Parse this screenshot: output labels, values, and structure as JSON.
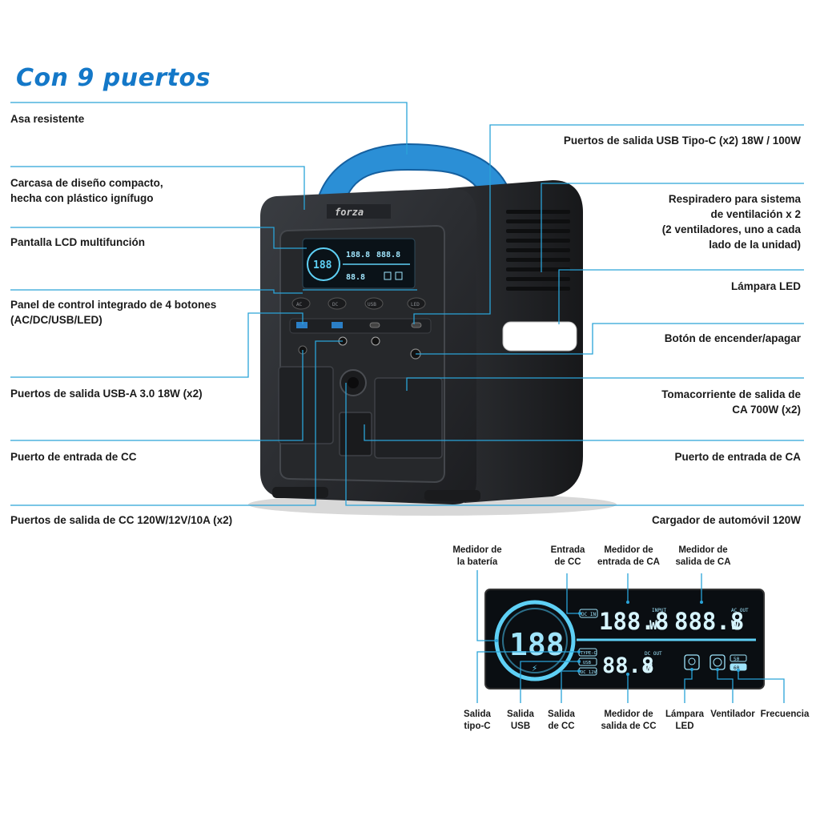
{
  "title": "Con 9 puertos",
  "brand": "forza",
  "labels_left": [
    "Asa resistente",
    "Carcasa de diseño compacto,",
    "hecha con plástico ignífugo",
    "Pantalla LCD multifunción",
    "Panel de control integrado de 4 botones",
    "(AC/DC/USB/LED)",
    "Puertos de salida USB-A 3.0 18W (x2)",
    "Puerto de entrada de CC",
    "Puertos de salida de CC 120W/12V/10A (x2)"
  ],
  "labels_right": [
    "Puertos de salida USB Tipo-C  (x2) 18W / 100W",
    "Respiradero para sistema",
    "de ventilación x 2",
    "(2 ventiladores, uno a cada",
    "lado de la unidad)",
    "Lámpara LED",
    "Botón de encender/apagar",
    "Tomacorriente de salida de",
    "CA 700W (x2)",
    "Puerto de entrada de CA",
    "Cargador de automóvil 120W"
  ],
  "buttons": [
    "AC",
    "DC",
    "USB",
    "LED"
  ],
  "lcd": {
    "battery_value": "188",
    "battery_unit": "%",
    "input_value": "188.8",
    "input_unit": "W",
    "input_tag": "INPUT",
    "ac_out_value": "888.8",
    "ac_out_unit": "W",
    "ac_out_tag": "AC OUT",
    "dc_out_value": "88.8",
    "dc_out_unit": "W",
    "dc_out_tag": "DC OUT",
    "dc_in_tag": "DC IN",
    "type_c_tag": "TYPE-C",
    "usb_tag": "USB",
    "dc12v_tag": "DC 12V",
    "hz50": "50",
    "hz60": "60"
  },
  "lcd_labels_top": [
    "Medidor de",
    "la batería",
    "Entrada",
    "de CC",
    "Medidor de",
    "entrada de CA",
    "Medidor de",
    "salida de CA"
  ],
  "lcd_labels_bottom": [
    "Salida",
    "tipo-C",
    "Salida",
    "USB",
    "Salida",
    "de CC",
    "Medidor de",
    "salida de CC",
    "Lámpara",
    "LED",
    "Ventilador",
    "Frecuencia"
  ],
  "colors": {
    "accent": "#1478c8",
    "line": "#2aa3d8",
    "handle": "#2b8fd6",
    "body": "#2a2c30",
    "lcd_glow": "#5ed0f5"
  }
}
